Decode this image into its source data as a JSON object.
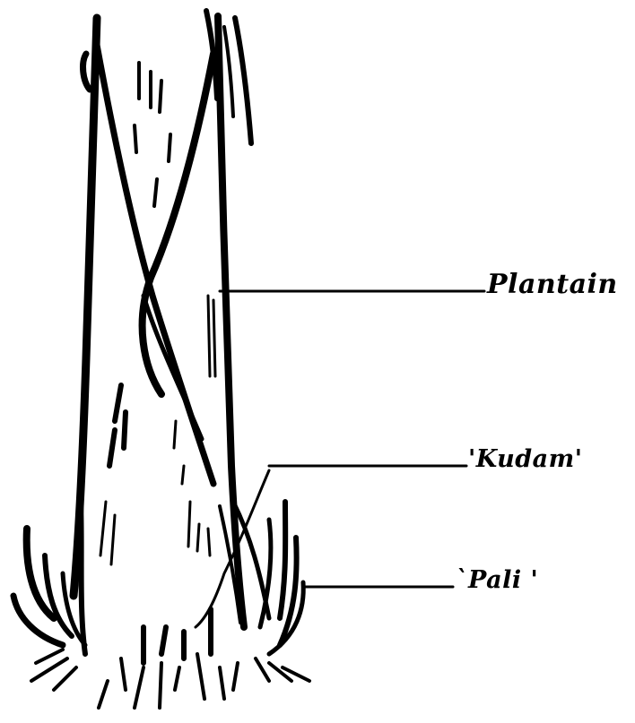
{
  "labels": {
    "plantain": "Plantain",
    "kudam": "'Kudam'",
    "pali": "`Pali '"
  },
  "colors": {
    "ink": "#000000",
    "background": "#ffffff"
  }
}
